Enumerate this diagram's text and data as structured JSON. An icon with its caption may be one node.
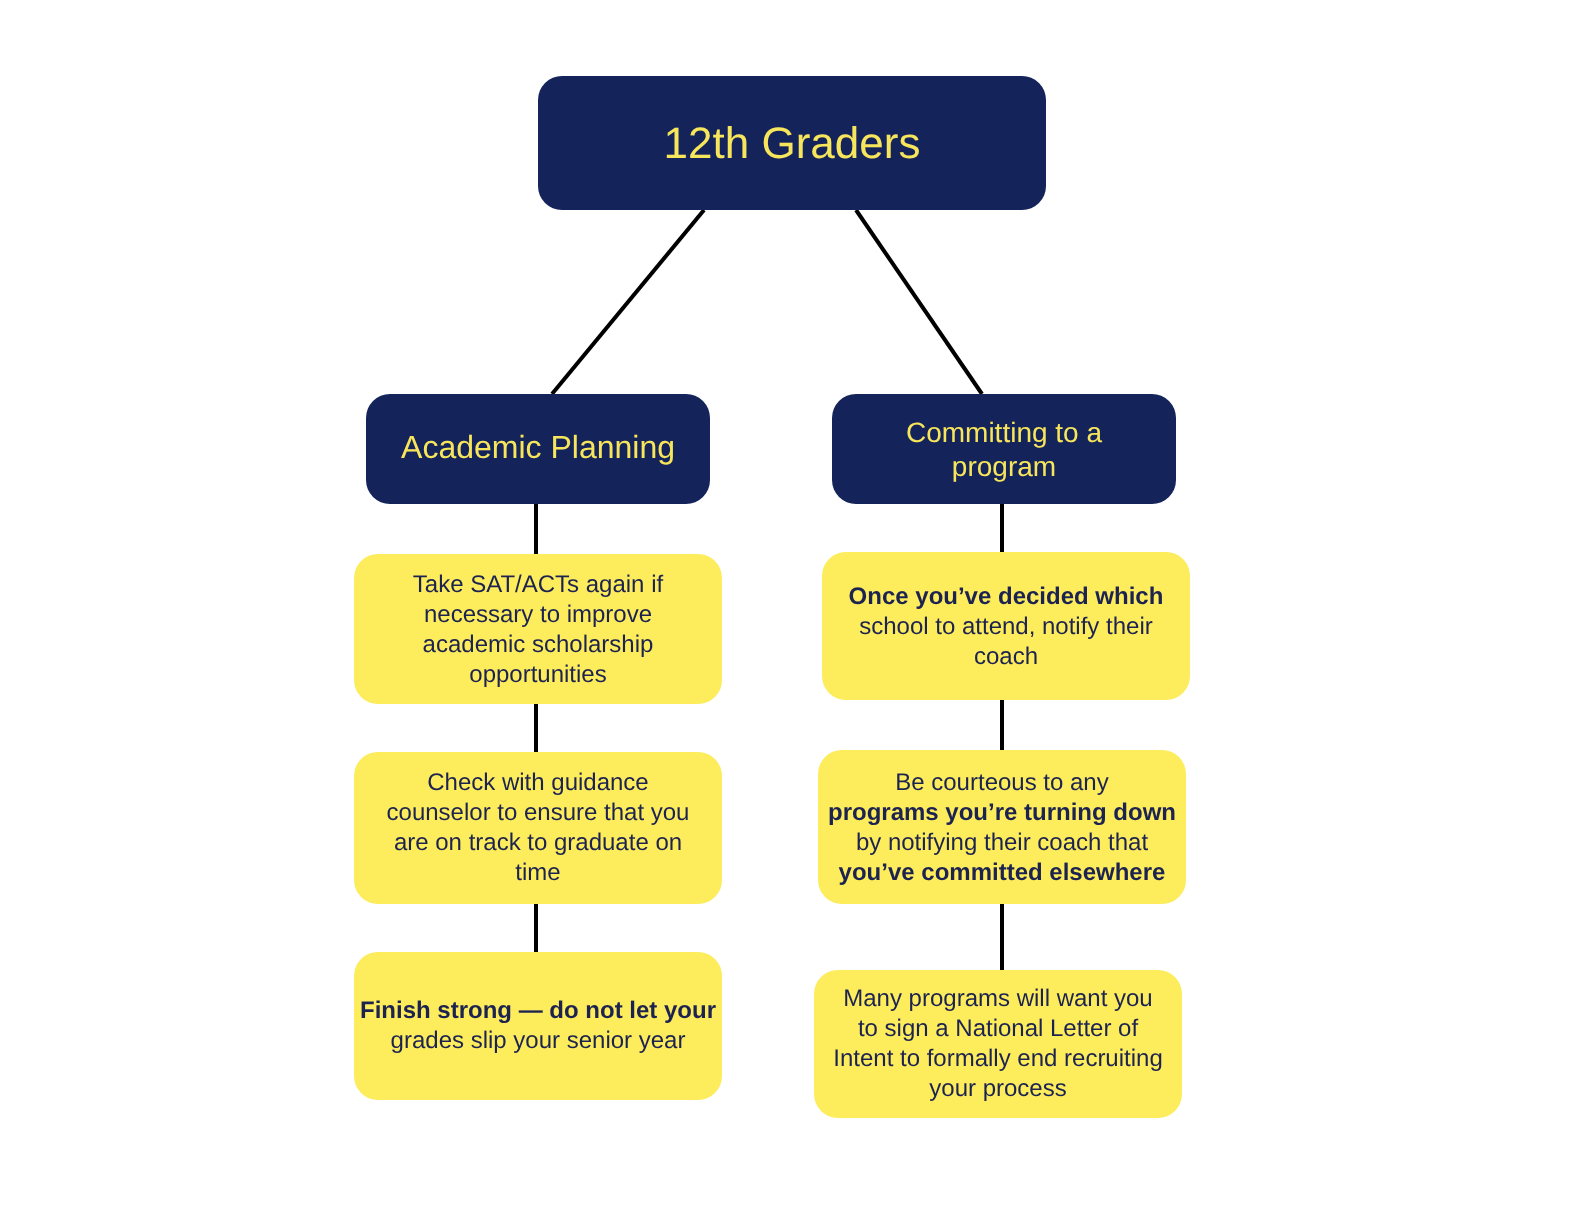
{
  "diagram": {
    "nodes": [
      {
        "text": [
          "12th Graders"
        ]
      },
      {
        "text": [
          "Academic Planning"
        ]
      },
      {
        "text": [
          "Committing to a program"
        ]
      },
      {
        "text": [
          "Take SAT/ACTs again if necessary to improve academic scholarship opportunities"
        ]
      },
      {
        "text": [
          "Check with guidance counselor to ensure that you are on track to graduate on time"
        ]
      },
      {
        "text": [
          "**Finish strong — do not let your** grades slip your senior year"
        ]
      },
      {
        "text": [
          "**Once you’ve decided which** school to attend, notify their coach"
        ]
      },
      {
        "text": [
          "Be courteous to any **programs you’re turning down** by notifying their coach that **you’ve committed elsewhere**"
        ]
      },
      {
        "text": [
          "Many programs will want you to sign a National Letter of Intent to formally end recruiting your process"
        ]
      }
    ],
    "edges": [
      {
        "from": 0,
        "to": 1,
        "arrow": "none"
      },
      {
        "from": 0,
        "to": 2,
        "arrow": "none"
      },
      {
        "from": 1,
        "to": 3,
        "arrow": "none"
      },
      {
        "from": 3,
        "to": 4,
        "arrow": "none"
      },
      {
        "from": 4,
        "to": 5,
        "arrow": "none"
      },
      {
        "from": 2,
        "to": 6,
        "arrow": "none"
      },
      {
        "from": 6,
        "to": 7,
        "arrow": "none"
      },
      {
        "from": 7,
        "to": 8,
        "arrow": "none"
      }
    ]
  }
}
